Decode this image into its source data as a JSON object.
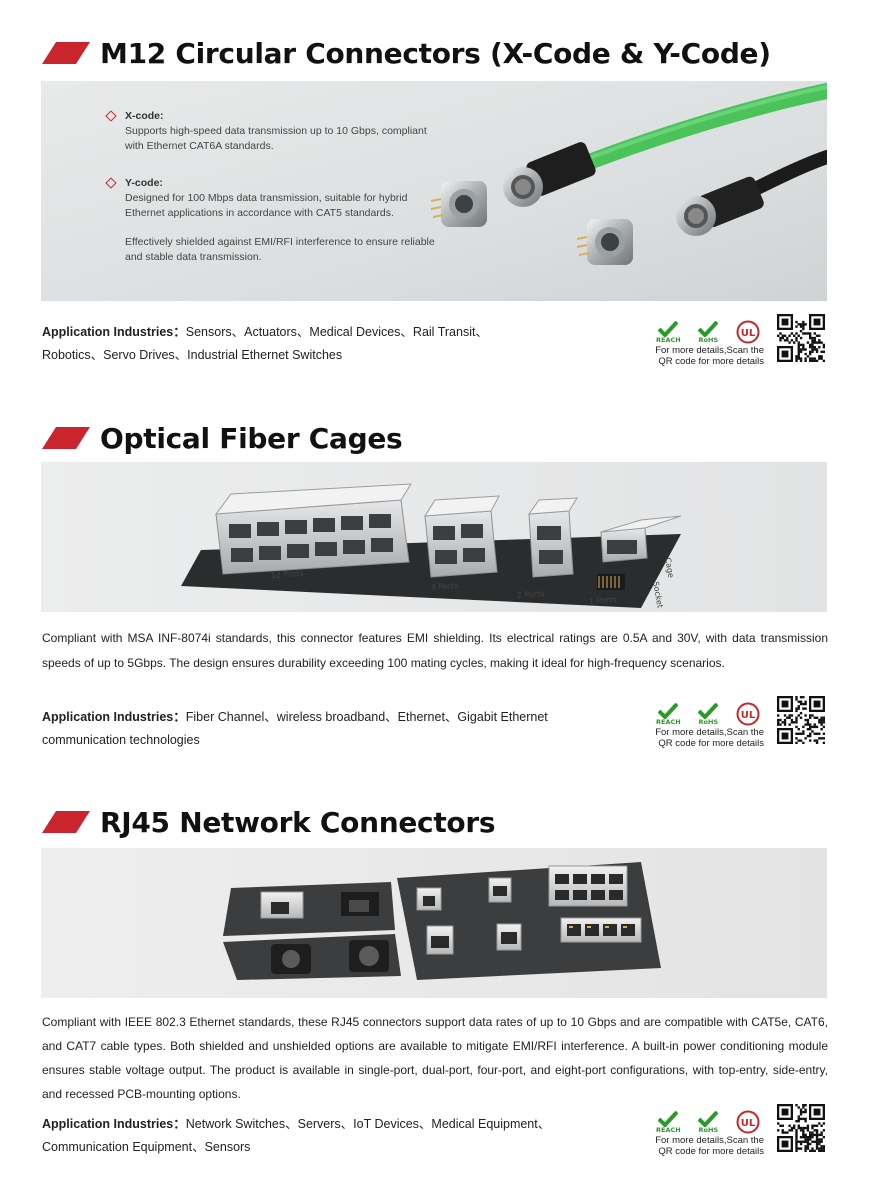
{
  "sections": [
    {
      "title": "M12 Circular Connectors (X-Code & Y-Code)",
      "features": [
        {
          "title": "X-code:",
          "desc": "Supports high-speed data transmission up to 10 Gbps, compliant with Ethernet CAT6A standards."
        },
        {
          "title": "Y-code:",
          "desc": "Designed for 100 Mbps data transmission, suitable for hybrid Ethernet applications in accordance with CAT5 standards.",
          "note": "Effectively shielded against EMI/RFI interference to ensure reliable and stable data transmission."
        }
      ],
      "applications_label": "Application Industries：",
      "applications_text": "Sensors、Actuators、Medical Devices、Rail Transit、Robotics、Servo Drives、Industrial Ethernet Switches"
    },
    {
      "title": "Optical Fiber Cages",
      "image_labels": [
        "12 Ports",
        "4 Ports",
        "2 Ports",
        "1 Ports",
        "Cage",
        "Socket"
      ],
      "description": "Compliant with MSA INF-8074i standards, this connector features EMI shielding. Its electrical ratings are 0.5A and 30V, with data transmission speeds of up to 5Gbps. The design ensures durability exceeding 100 mating cycles, making it ideal for high-frequency scenarios.",
      "applications_label": "Application Industries：",
      "applications_text": "Fiber Channel、wireless broadband、Ethernet、Gigabit Ethernet communication technologies"
    },
    {
      "title": "RJ45 Network Connectors",
      "description": "Compliant with IEEE 802.3 Ethernet standards, these RJ45 connectors support data rates of up to 10 Gbps and are compatible with CAT5e, CAT6, and CAT7 cable types. Both shielded and unshielded options are available to mitigate EMI/RFI interference. A built-in power conditioning module ensures stable voltage output. The product is available in single-port, dual-port, four-port, and eight-port configurations, with top-entry, side-entry, and recessed PCB-mounting options.",
      "applications_label": "Application Industries：",
      "applications_text": "Network Switches、Servers、IoT Devices、Medical Equipment、Communication Equipment、Sensors"
    }
  ],
  "certifications": {
    "reach": "REACH",
    "rohs": "RoHS",
    "ul": "UL"
  },
  "qr_note": "For more details,Scan the QR code for more details",
  "colors": {
    "accent": "#c8262c",
    "cert_green": "#2a9a2a"
  }
}
